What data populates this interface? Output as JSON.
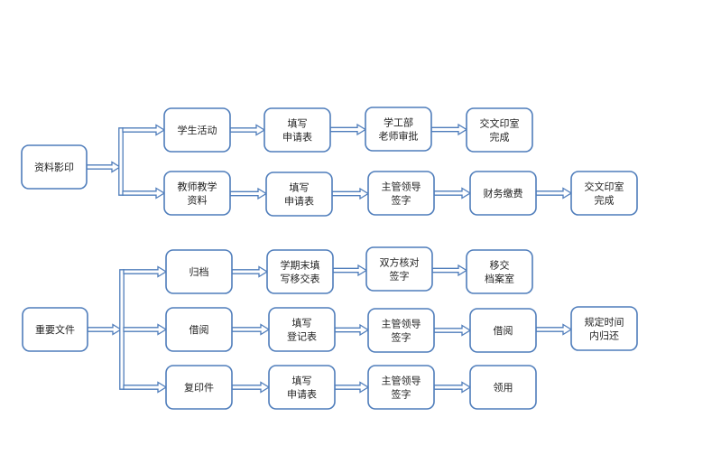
{
  "groups": [
    {
      "root": "资料影印",
      "branches": [
        {
          "steps": [
            "学生活动",
            "填写\n申请表",
            "学工部\n老师审批",
            "交文印室\n完成"
          ]
        },
        {
          "steps": [
            "教师教学\n资料",
            "填写\n申请表",
            "主管领导\n签字",
            "财务缴费",
            "交文印室\n完成"
          ]
        }
      ]
    },
    {
      "root": "重要文件",
      "branches": [
        {
          "steps": [
            "归档",
            "学期末填\n写移交表",
            "双方核对\n签字",
            "移交\n档案室"
          ]
        },
        {
          "steps": [
            "借阅",
            "填写\n登记表",
            "主管领导\n签字",
            "借阅",
            "规定时间\n内归还"
          ]
        },
        {
          "steps": [
            "复印件",
            "填写\n申请表",
            "主管领导\n签字",
            "领用"
          ]
        }
      ]
    }
  ],
  "colors": {
    "stroke": "#4f7dbb",
    "fill": "#ffffff",
    "text": "#222222"
  }
}
